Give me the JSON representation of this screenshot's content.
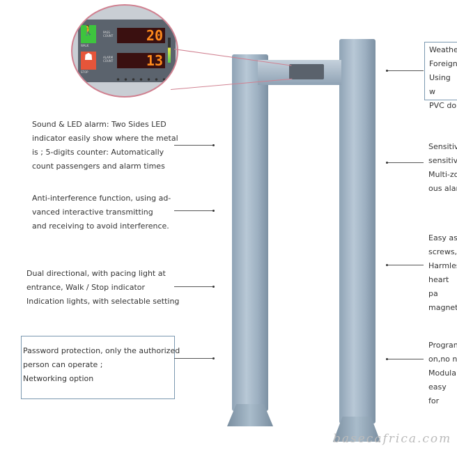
{
  "left_features": [
    {
      "text": "Sound & LED alarm: Two Sides LED\nindicator easily show where the metal\nis ; 5-digits counter: Automatically\ncount passengers and alarm times"
    },
    {
      "text": "Anti-interference function, using ad-\nvanced interactive transmitting\nand receiving to avoid interference."
    },
    {
      "text": "Dual directional, with pacing light at\nentrance, Walk / Stop indicator\nIndication lights, with selectable setting"
    },
    {
      "text": "Password protection, only the authorized\nperson can operate ;\nNetworking option"
    }
  ],
  "right_features": [
    {
      "text": "Weathe\nForeign\nUsing w\nPVC do"
    },
    {
      "text": "Sensitiv\nsensitivi\nMulti-zo\nous alar"
    },
    {
      "text": "Easy   as\nscrews,\nHarmles\nheart pa\nmagnet"
    },
    {
      "text": "Progran\non,no n\nModula\neasy for"
    }
  ],
  "display": {
    "pass_label": "PASS COUNT",
    "pass_count": "20",
    "alarm_label": "ALARM COUNT",
    "alarm_count": "13",
    "walk_label": "WALK",
    "stop_label": "STOP"
  },
  "watermark": "basecafrica.com"
}
